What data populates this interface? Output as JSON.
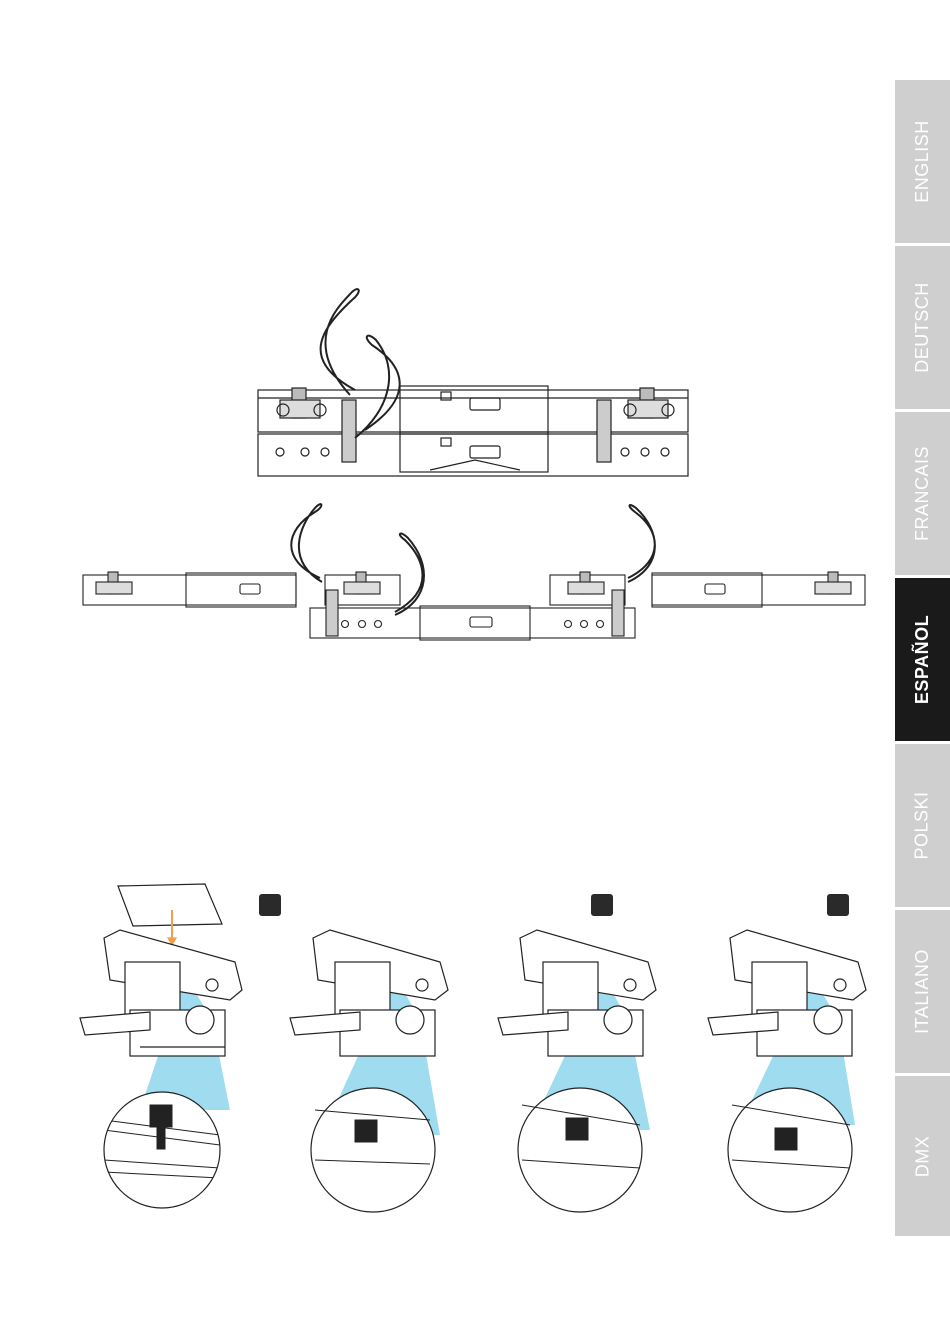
{
  "language_tabs": [
    {
      "label": "ENGLISH",
      "active": false
    },
    {
      "label": "DEUTSCH",
      "active": false
    },
    {
      "label": "FRANCAIS",
      "active": false
    },
    {
      "label": "ESPAÑOL",
      "active": true
    },
    {
      "label": "POLSKI",
      "active": false
    },
    {
      "label": "ITALIANO",
      "active": false
    },
    {
      "label": "DMX",
      "active": false
    }
  ],
  "colors": {
    "tab_inactive": "#cfcfcf",
    "tab_active": "#1a1a1a",
    "beam": "#8fd6ec",
    "arrow": "#f0a04a"
  }
}
